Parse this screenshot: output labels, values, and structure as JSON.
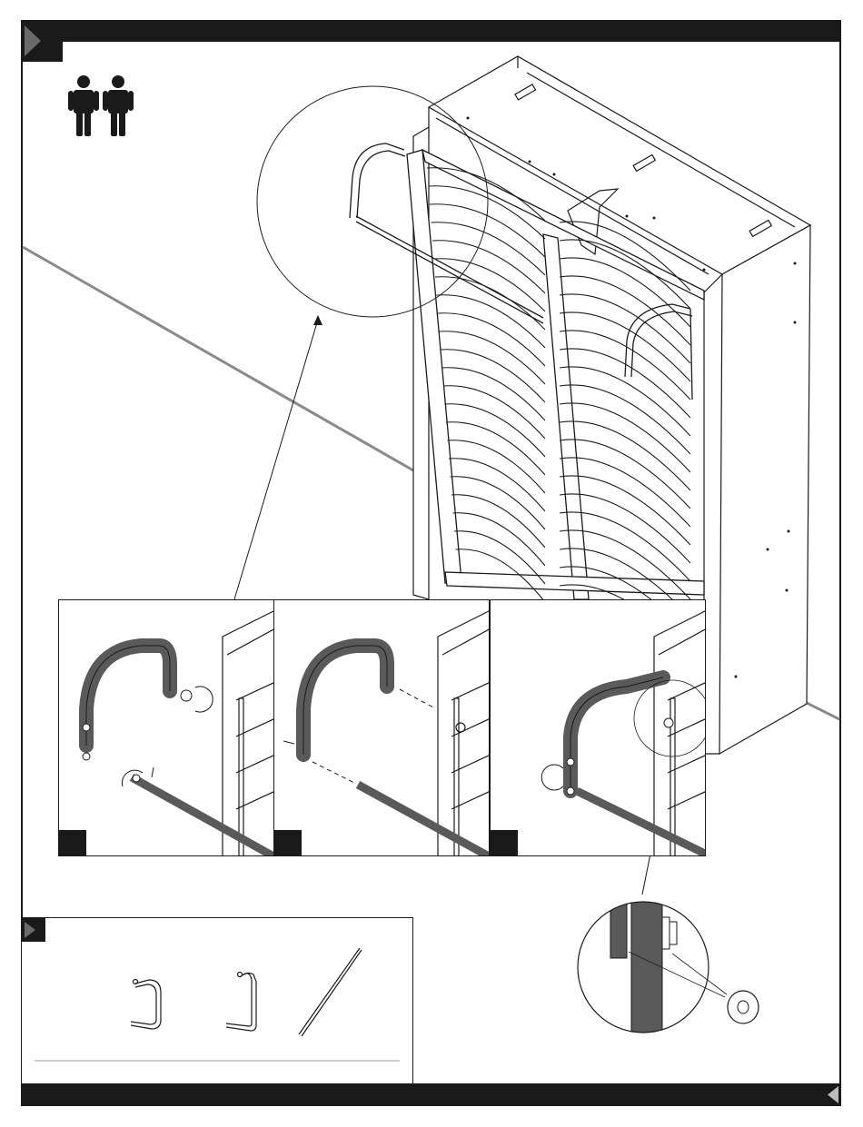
{
  "page": {
    "ink_color": "#1a1a1a",
    "part_fill": "#5a5a5a",
    "background": "#ffffff"
  },
  "icons": {
    "people": "two-people-icon",
    "step_marker": "step-arrow-icon",
    "next_page": "next-arrow-icon"
  },
  "panels": [
    {
      "id": "1",
      "description_icon": "bolt-loosen-icon"
    },
    {
      "id": "2",
      "description_icon": "bar-insert-icon"
    },
    {
      "id": "3",
      "description_icon": "bolt-tighten-icon"
    }
  ],
  "parts": [
    {
      "icon": "handle-left-icon"
    },
    {
      "icon": "handle-right-icon"
    },
    {
      "icon": "rod-icon"
    }
  ]
}
